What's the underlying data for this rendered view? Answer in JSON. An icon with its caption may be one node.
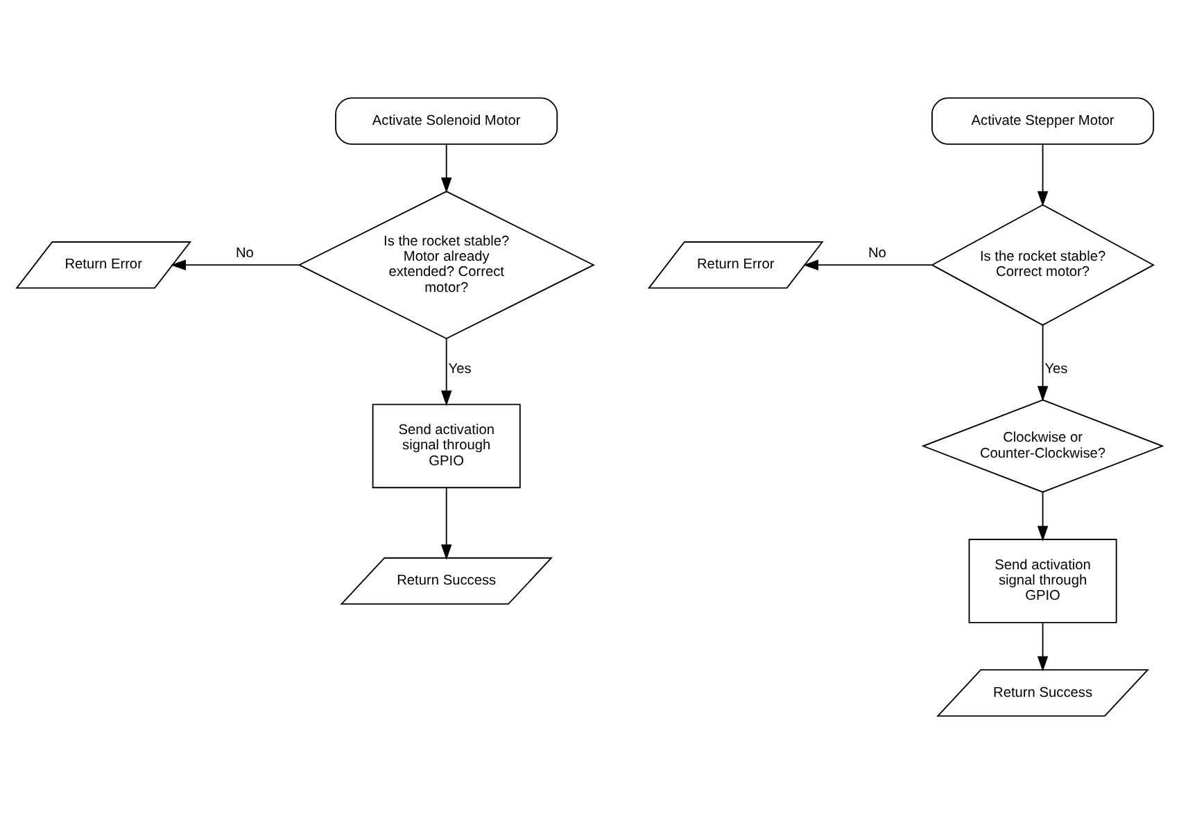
{
  "diagram": {
    "nodes": [
      {
        "text": [
          "Activate Solenoid Motor"
        ]
      },
      {
        "text": [
          "Is the rocket stable? Motor already extended? Correct motor?"
        ]
      },
      {
        "text": [
          "Return Error"
        ]
      },
      {
        "text": [
          "Send activation signal through GPIO"
        ]
      },
      {
        "text": [
          "Return Success"
        ]
      },
      {
        "text": [
          "Activate Stepper Motor"
        ]
      },
      {
        "text": [
          "Is the rocket stable? Correct motor?"
        ]
      },
      {
        "text": [
          "Return Error"
        ]
      },
      {
        "text": [
          "Clockwise or Counter-Clockwise?"
        ]
      },
      {
        "text": [
          "Send activation signal through GPIO"
        ]
      },
      {
        "text": [
          "Return Success"
        ]
      }
    ],
    "edges": [
      {
        "from": 0,
        "to": 1,
        "arrow": "to"
      },
      {
        "from": 1,
        "to": 2,
        "arrow": "to",
        "label": "No"
      },
      {
        "from": 1,
        "to": 3,
        "arrow": "to",
        "label": "Yes"
      },
      {
        "from": 3,
        "to": 4,
        "arrow": "to"
      },
      {
        "from": 5,
        "to": 6,
        "arrow": "to"
      },
      {
        "from": 6,
        "to": 7,
        "arrow": "to",
        "label": "No"
      },
      {
        "from": 6,
        "to": 8,
        "arrow": "to",
        "label": "Yes"
      },
      {
        "from": 8,
        "to": 9,
        "arrow": "to"
      },
      {
        "from": 9,
        "to": 10,
        "arrow": "to"
      }
    ]
  }
}
